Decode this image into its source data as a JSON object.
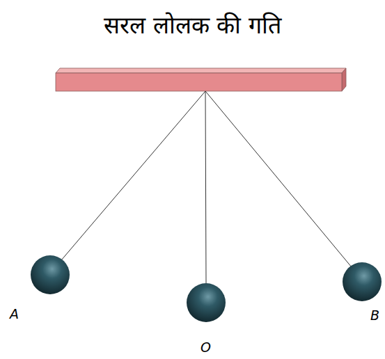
{
  "diagram": {
    "title": "सरल लोलक की गति",
    "labels": [
      "A",
      "O",
      "B"
    ]
  }
}
